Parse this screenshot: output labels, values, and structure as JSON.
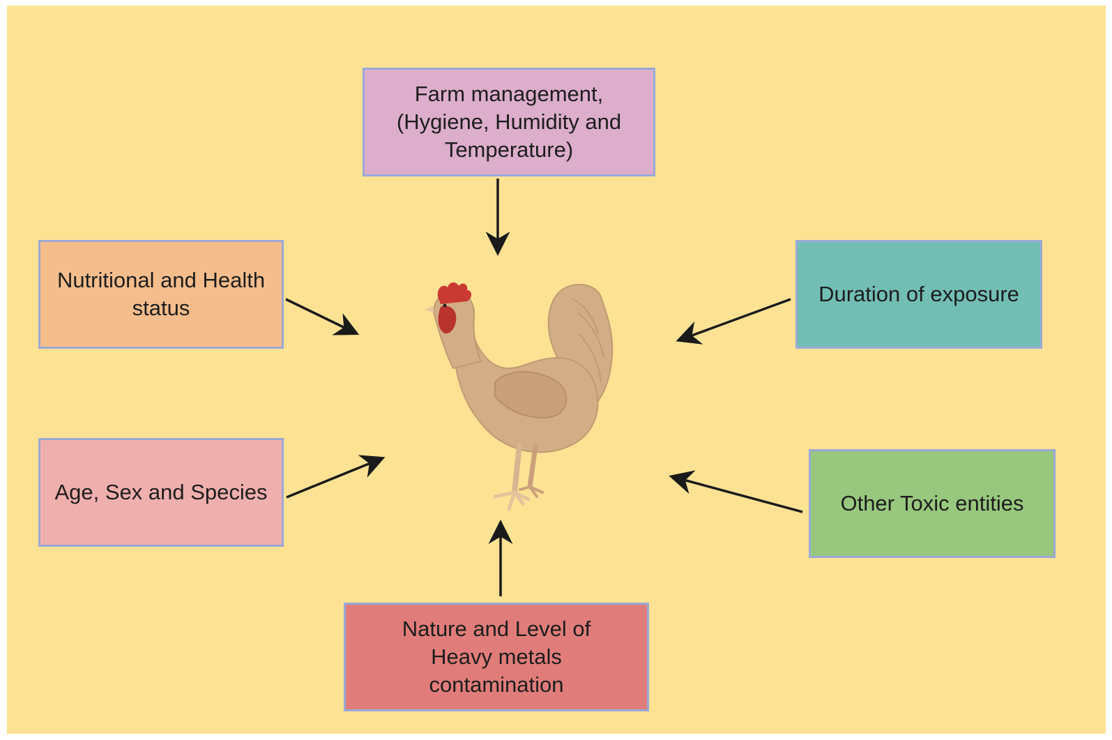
{
  "diagram": {
    "background_color": "#fde294",
    "border_color": "#9aa9d6",
    "center": {
      "icon": "chicken-icon"
    },
    "factors": [
      {
        "key": "farm",
        "label": "Farm management,\n(Hygiene, Humidity and\nTemperature)",
        "color": "#dcaecb"
      },
      {
        "key": "nutri",
        "label": "Nutritional and Health\nstatus",
        "color": "#f5bd8c"
      },
      {
        "key": "duration",
        "label": "Duration of exposure",
        "color": "#72bdb4"
      },
      {
        "key": "age",
        "label": "Age, Sex and Species",
        "color": "#efafad"
      },
      {
        "key": "toxic",
        "label": "Other Toxic entities",
        "color": "#98c77e"
      },
      {
        "key": "heavy",
        "label": "Nature and Level of\nHeavy metals\ncontamination",
        "color": "#e07d7a"
      }
    ]
  }
}
